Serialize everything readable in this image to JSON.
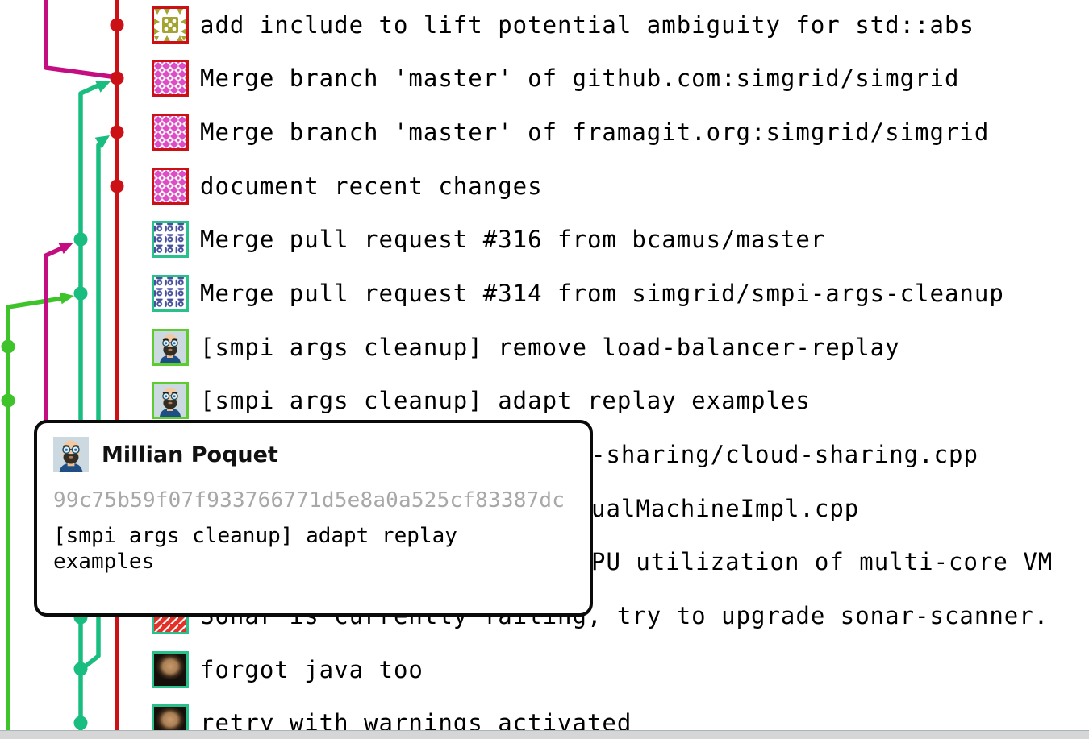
{
  "view": {
    "description": "git commit history graph with author tooltip"
  },
  "colors": {
    "branch_red": "#cb1016",
    "branch_magenta": "#c30d80",
    "branch_teal": "#1abd80",
    "branch_green": "#3fc32b",
    "avatar_border_red": "#cb1016",
    "avatar_border_teal": "#29c08b",
    "avatar_border_green": "#5ecb31",
    "identicon_olive": "#a4a432",
    "identicon_pink": "#dd4ec6",
    "identicon_blue": "#46519c",
    "identicon_red": "#e23128",
    "text_black": "#000000",
    "hash_gray": "#a8a8a8",
    "tooltip_border": "#0a0a0a",
    "scrollbar_gray": "#d6d6d6"
  },
  "commits": [
    {
      "message": "add include to lift potential ambiguity for std::abs",
      "avatar": "identicon-olive",
      "border": "red"
    },
    {
      "message": "Merge branch 'master' of github.com:simgrid/simgrid",
      "avatar": "identicon-pink",
      "border": "red"
    },
    {
      "message": "Merge branch 'master' of framagit.org:simgrid/simgrid",
      "avatar": "identicon-pink",
      "border": "red"
    },
    {
      "message": "document recent changes",
      "avatar": "identicon-pink",
      "border": "red"
    },
    {
      "message": "Merge pull request #316 from bcamus/master",
      "avatar": "identicon-blue",
      "border": "teal"
    },
    {
      "message": "Merge pull request #314 from simgrid/smpi-args-cleanup",
      "avatar": "identicon-blue",
      "border": "teal"
    },
    {
      "message": "[smpi args cleanup] remove load-balancer-replay",
      "avatar": "cartoon-poquet",
      "border": "green"
    },
    {
      "message": "[smpi args cleanup] adapt replay examples",
      "avatar": "cartoon-poquet",
      "border": "green"
    },
    {
      "message": "-sharing/cloud-sharing.cpp",
      "partial": true,
      "occluded_by_tooltip": true
    },
    {
      "message": "ualMachineImpl.cpp",
      "partial": true,
      "occluded_by_tooltip": true
    },
    {
      "message": "PU utilization of multi-core VM",
      "partial": true,
      "occluded_by_tooltip": true
    },
    {
      "message": "Sonar is currently failing, try to upgrade sonar-scanner.",
      "avatar": "identicon-red",
      "border": "teal"
    },
    {
      "message": "forgot java too",
      "avatar": "photo",
      "border": "teal"
    },
    {
      "message": "retry with warnings activated",
      "avatar": "photo",
      "border": "teal"
    }
  ],
  "tooltip": {
    "author": "Millian Poquet",
    "hash": "99c75b59f07f933766771d5e8a0a525cf83387dc",
    "message": "[smpi args cleanup] adapt replay examples"
  }
}
